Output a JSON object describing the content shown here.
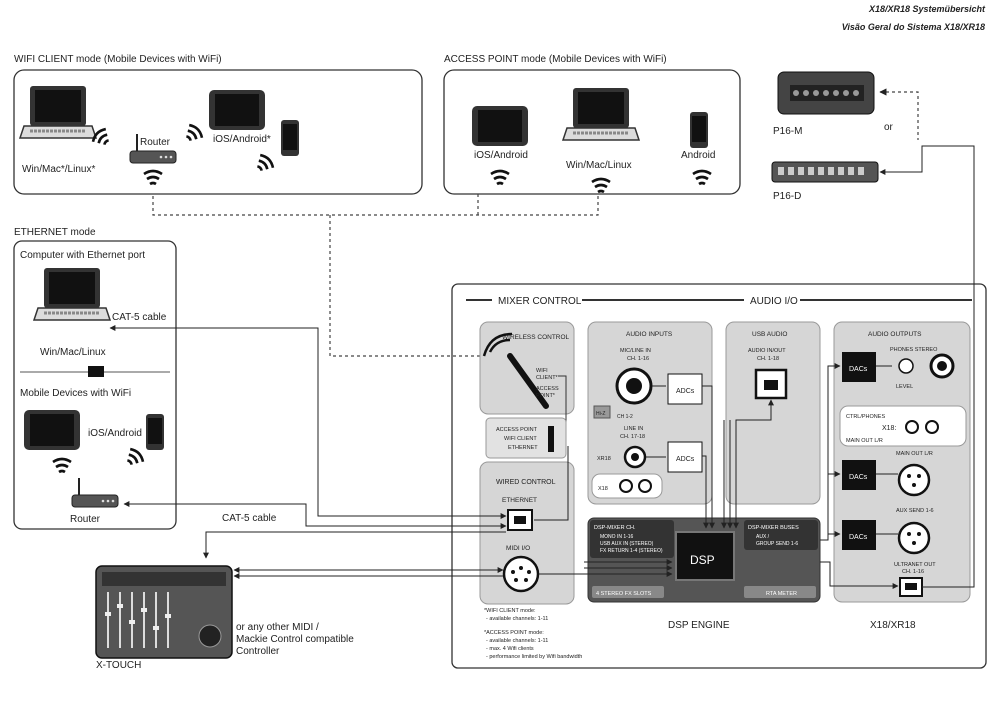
{
  "header": {
    "line1": "X18/XR18 Systemübersicht",
    "line2": "Visão Geral do Sistema X18/XR18"
  },
  "wifi_client": {
    "title": "WIFI CLIENT mode (Mobile Devices with WiFi)",
    "laptop": "Win/Mac*/Linux*",
    "router": "Router",
    "mobile": "iOS/Android*"
  },
  "access_point": {
    "title": "ACCESS POINT mode (Mobile Devices with WiFi)",
    "tablet": "iOS/Android",
    "laptop": "Win/Mac/Linux",
    "phone": "Android"
  },
  "monitors": {
    "p16m": "P16-M",
    "or": "or",
    "p16d": "P16-D"
  },
  "ethernet": {
    "title": "ETHERNET mode",
    "computer_title": "Computer with Ethernet port",
    "cat5_1": "CAT-5 cable",
    "laptop": "Win/Mac/Linux",
    "mobile_title": "Mobile Devices with WiFi",
    "mobile": "iOS/Android",
    "router": "Router",
    "cat5_2": "CAT-5 cable"
  },
  "xtouch": {
    "label": "X-TOUCH",
    "note1": "or any other MIDI /",
    "note2": "Mackie Control compatible",
    "note3": "Controller"
  },
  "mixer": {
    "mixer_control": "MIXER CONTROL",
    "audio_io": "AUDIO I/O",
    "wireless_control": "WIRELESS CONTROL",
    "wifi_client": "WIFI",
    "wifi_client2": "CLIENT*",
    "access_point": "ACCESS",
    "access_point2": "POINT*",
    "sw_ap": "ACCESS POINT",
    "sw_wc": "WIFI CLIENT",
    "sw_eth": "ETHERNET",
    "wired_control": "WIRED CONTROL",
    "ethernet": "ETHERNET",
    "midi_io": "MIDI I/O",
    "audio_inputs": "AUDIO INPUTS",
    "mic_line": "MIC/LINE IN",
    "mic_ch": "CH. 1-16",
    "hiz": "Hi-Z",
    "ch12": "CH 1-2",
    "adcs": "ADCs",
    "line_in": "LINE IN",
    "line_ch": "CH. 17-18",
    "xr18": "XR18",
    "x18": "X18",
    "usb_audio": "USB AUDIO",
    "usb_io": "AUDIO IN/OUT",
    "usb_ch": "CH. 1-18",
    "audio_outputs": "AUDIO OUTPUTS",
    "dacs": "DACs",
    "phones": "PHONES STEREO",
    "level": "LEVEL",
    "ctrl_phones": "CTRL/PHONES",
    "x18b": "X18:",
    "main_outlr_small": "MAIN OUT L/R",
    "main_outlr": "MAIN OUT L/R",
    "aux_send": "AUX SEND 1-6",
    "ultranet": "ULTRANET OUT",
    "ultranet_ch": "CH. 1-16",
    "dsp_mixer_ch": "DSP-MIXER CH.",
    "mono_in": "MONO IN 1-16",
    "usb_aux": "USB AUX IN (STEREO)",
    "fx_return": "FX RETURN 1-4 (STEREO)",
    "dsp_buses": "DSP-MIXER BUSES",
    "aux": "AUX /",
    "group": "GROUP SEND 1-6",
    "dsp": "DSP",
    "fx_slots": "4 STEREO FX SLOTS",
    "rta": "RTA METER",
    "dsp_engine": "DSP ENGINE",
    "model": "X18/XR18"
  },
  "notes": {
    "wc_title": "*WIFI CLIENT mode:",
    "wc_1": "- available channels: 1-11",
    "ap_title": "*ACCESS POINT mode:",
    "ap_1": "- available channels: 1-11",
    "ap_2": "- max. 4 Wifi clients",
    "ap_3": "- performance limited by Wifi bandwidth"
  }
}
